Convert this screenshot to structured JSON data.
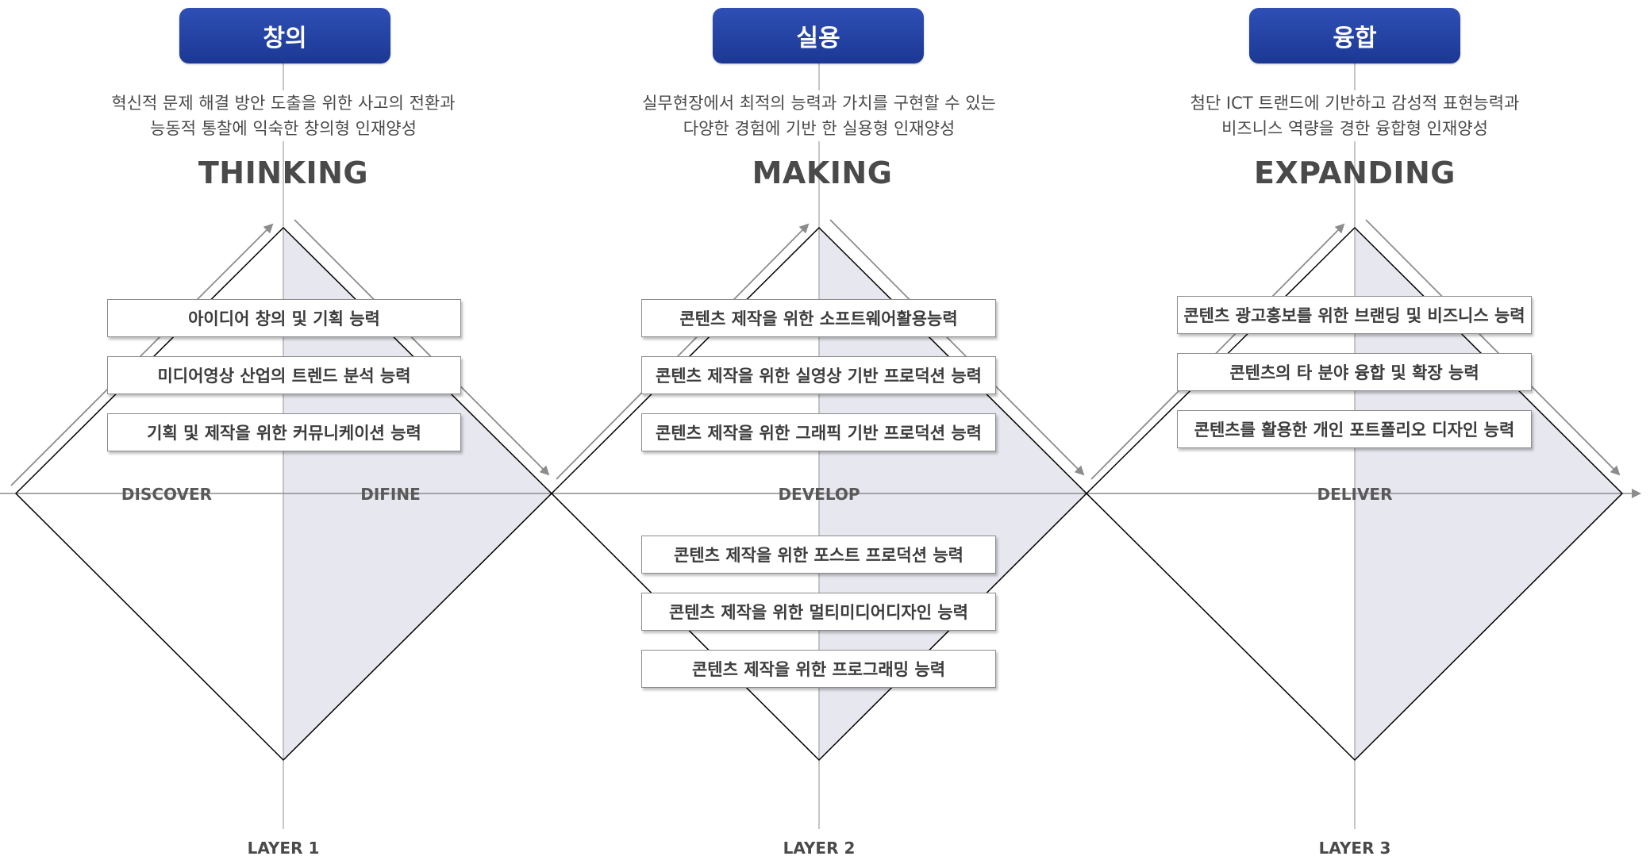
{
  "columns": [
    {
      "badge": "창의",
      "description": [
        "혁신적 문제 해결 방안 도출을 위한 사고의 전환과",
        "능동적 통찰에 익숙한 창의형 인재양성"
      ],
      "keyword": "THINKING",
      "layer": "LAYER 1",
      "boxes_top": [
        "아이디어 창의 및 기획 능력",
        "미디어영상 산업의 트렌드 분석 능력",
        "기획 및 제작을 위한 커뮤니케이션 능력"
      ],
      "boxes_bottom": []
    },
    {
      "badge": "실용",
      "description": [
        "실무현장에서 최적의 능력과 가치를 구현할 수 있는",
        "다양한 경험에 기반 한 실용형 인재양성"
      ],
      "keyword": "MAKING",
      "layer": "LAYER 2",
      "boxes_top": [
        "콘텐츠 제작을 위한 소프트웨어활용능력",
        "콘텐츠 제작을 위한 실영상 기반 프로덕션 능력",
        "콘텐츠 제작을 위한 그래픽 기반 프로덕션 능력"
      ],
      "boxes_bottom": [
        "콘텐츠 제작을 위한 포스트 프로덕션 능력",
        "콘텐츠 제작을 위한 멀티미디어디자인 능력",
        "콘텐츠 제작을 위한 프로그래밍 능력"
      ]
    },
    {
      "badge": "융합",
      "description": [
        "첨단 ICT 트랜드에 기반하고 감성적 표현능력과",
        "비즈니스 역량을 경한 융합형 인재양성"
      ],
      "keyword": "EXPANDING",
      "layer": "LAYER 3",
      "boxes_top": [
        "콘텐츠 광고홍보를 위한 브랜딩 및 비즈니스 능력",
        "콘텐츠의 타 분야 융합 및 확장 능력",
        "콘텐츠를 활용한 개인 포트폴리오 디자인 능력"
      ],
      "boxes_bottom": []
    }
  ],
  "phases": [
    "DISCOVER",
    "DIFINE",
    "DEVELOP",
    "DELIVER"
  ],
  "colors": {
    "badge": "#1f3c9c",
    "line": "#000000",
    "guide": "#b3b3b3",
    "arrow": "#8c8c8c",
    "shade": "#e7e7ef"
  }
}
